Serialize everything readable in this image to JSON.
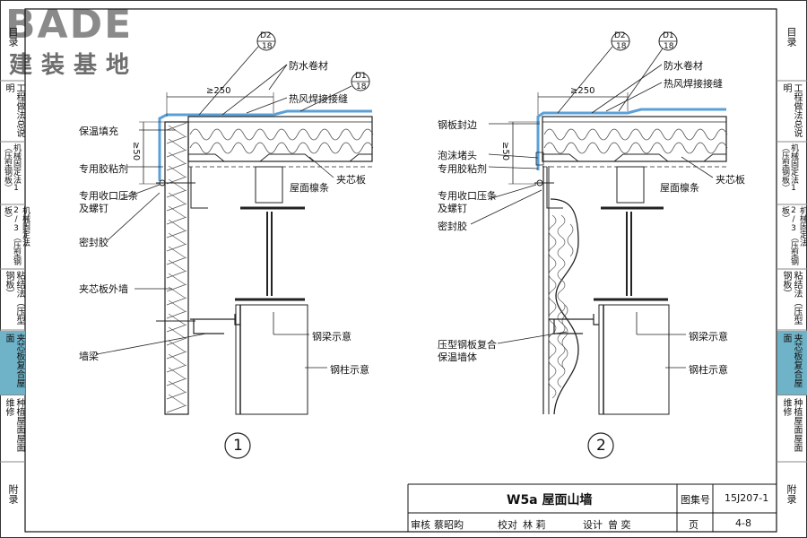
{
  "brand": {
    "name": "BADE",
    "subtitle": "建装基地"
  },
  "left_tabs": [
    "目录",
    "工程做法总说明",
    "机械固定法1（压型钢板）",
    "机械固定法2/3（压型钢板）",
    "粘结法（压型钢板）",
    "夹芯板复合屋面",
    "种植屋面屋面维修",
    "附录"
  ],
  "right_tabs": [
    "目录",
    "工程做法总说明",
    "机械固定法1（压型钢板）",
    "机械固定法2/3（压型钢板）",
    "粘结法（压型钢板）",
    "夹芯板复合屋面",
    "种植屋面屋面维修",
    "附录"
  ],
  "colors": {
    "active_tab": "#6fb3c8",
    "membrane": "#5aa0d8",
    "insulation": "#444444"
  },
  "detail1": {
    "number": "1",
    "callouts": [
      {
        "top": "D2",
        "bottom": "18"
      },
      {
        "top": "D1",
        "bottom": "18"
      }
    ],
    "dims": [
      "≥250",
      "≥50"
    ],
    "labels": {
      "waterproof": "防水卷材",
      "weld": "热风焊接接缝",
      "insul_fill": "保温填充",
      "adhesive": "专用胶粘剂",
      "sandwich": "夹芯板",
      "purlin": "屋面檩条",
      "strip": "专用收口压条",
      "screw": "及螺钉",
      "sealant": "密封胶",
      "wall": "夹芯板外墙",
      "wall_beam": "墙梁",
      "beam": "钢梁示意",
      "column": "钢柱示意"
    }
  },
  "detail2": {
    "number": "2",
    "callouts": [
      {
        "top": "D2",
        "bottom": "18"
      },
      {
        "top": "D1",
        "bottom": "18"
      }
    ],
    "dims": [
      "≥250",
      "≥50"
    ],
    "labels": {
      "waterproof": "防水卷材",
      "weld": "热风焊接接缝",
      "edge": "钢板封边",
      "foam": "泡沫堵头",
      "adhesive": "专用胶粘剂",
      "sandwich": "夹芯板",
      "purlin": "屋面檩条",
      "strip": "专用收口压条",
      "screw": "及螺钉",
      "sealant": "密封胶",
      "composite1": "压型钢板复合",
      "composite2": "保温墙体",
      "beam": "钢梁示意",
      "column": "钢柱示意"
    }
  },
  "title_block": {
    "title": "W5a  屋面山墙",
    "atlas_label": "图集号",
    "atlas_no": "15J207-1",
    "page_label": "页",
    "page_no": "4-8",
    "review": "审核",
    "reviewer": "蔡昭昀",
    "check": "校对",
    "checker": "林 莉",
    "design": "设计",
    "designer": "曾 奕"
  }
}
